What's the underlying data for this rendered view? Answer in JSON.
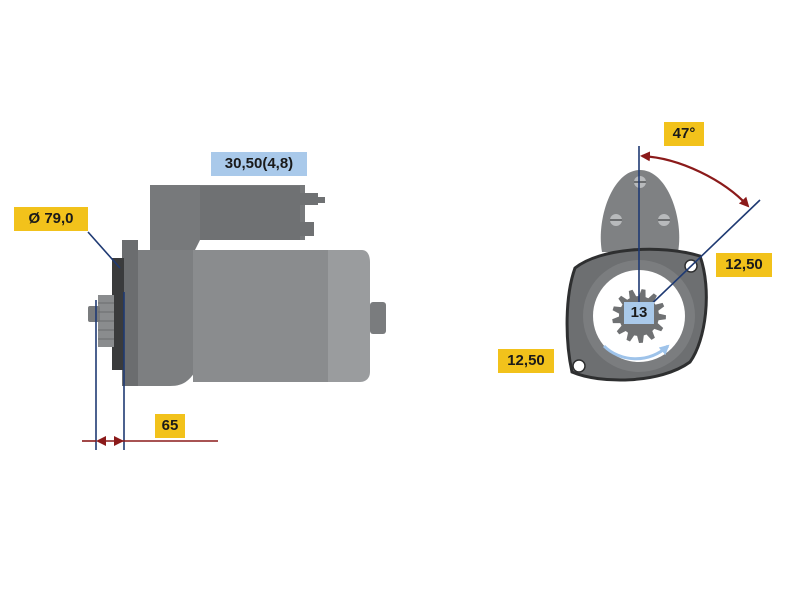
{
  "colors": {
    "label_yellow": "#f2c21b",
    "label_blue": "#a9c9ea",
    "body_gray": "#8a8c8e",
    "dark_gray": "#6f7173",
    "dimension_line": "#1f3a73",
    "arrow_red": "#8b1a1a"
  },
  "side_view": {
    "diameter_label": "Ø 79,0",
    "solenoid_label": "30,50(4,8)",
    "length_label": "65"
  },
  "front_view": {
    "angle_label": "47°",
    "bolt_right_label": "12,50",
    "bolt_left_label": "12,50",
    "teeth_label": "13"
  },
  "icons": [
    "starter-motor-side-view",
    "starter-flange-front-view",
    "pinion-gear",
    "rotation-arrow"
  ]
}
